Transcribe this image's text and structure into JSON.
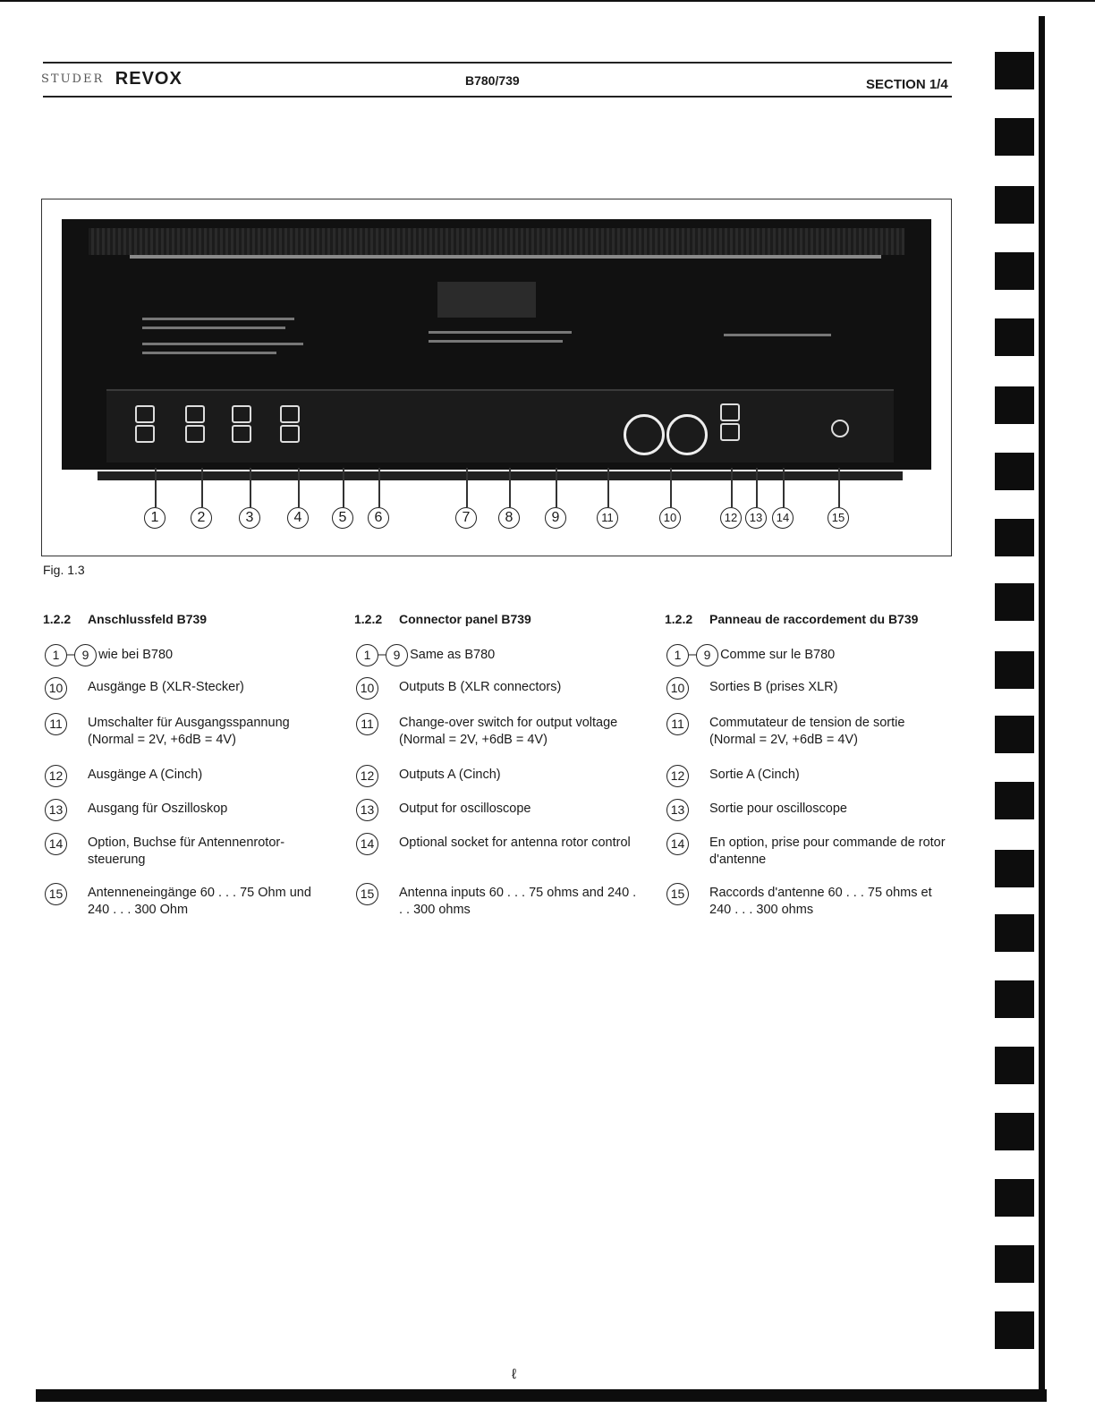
{
  "header": {
    "manufacturer": "STUDER",
    "brand": "REVOX",
    "model": "B780/739",
    "section": "SECTION 1/4"
  },
  "figure": {
    "caption": "Fig. 1.3",
    "callouts": [
      "1",
      "2",
      "3",
      "4",
      "5",
      "6",
      "7",
      "8",
      "9",
      "11",
      "10",
      "12",
      "13",
      "14",
      "15"
    ]
  },
  "columns": [
    {
      "number": "1.2.2",
      "title": "Anschlussfeld B739",
      "range": {
        "from": "1",
        "to": "9",
        "text": "wie bei B780"
      },
      "items": [
        {
          "badge": "10",
          "text": "Ausgänge B (XLR-Stecker)"
        },
        {
          "badge": "11",
          "text": "Umschalter für Ausgangsspannung (Normal = 2V, +6dB = 4V)"
        },
        {
          "badge": "12",
          "text": "Ausgänge A (Cinch)"
        },
        {
          "badge": "13",
          "text": "Ausgang für Oszilloskop"
        },
        {
          "badge": "14",
          "text": "Option, Buchse für Antennenrotor-steuerung"
        },
        {
          "badge": "15",
          "text": "Antenneneingänge 60 . . . 75 Ohm und 240 . . . 300 Ohm"
        }
      ]
    },
    {
      "number": "1.2.2",
      "title": "Connector panel B739",
      "range": {
        "from": "1",
        "to": "9",
        "text": "Same as B780"
      },
      "items": [
        {
          "badge": "10",
          "text": "Outputs B (XLR connectors)"
        },
        {
          "badge": "11",
          "text": "Change-over switch for output voltage (Normal = 2V, +6dB = 4V)"
        },
        {
          "badge": "12",
          "text": "Outputs A (Cinch)"
        },
        {
          "badge": "13",
          "text": "Output for oscilloscope"
        },
        {
          "badge": "14",
          "text": "Optional socket for antenna rotor control"
        },
        {
          "badge": "15",
          "text": "Antenna inputs 60 . . . 75 ohms and 240 . . . 300 ohms"
        }
      ]
    },
    {
      "number": "1.2.2",
      "title": "Panneau de raccordement du B739",
      "range": {
        "from": "1",
        "to": "9",
        "text": "Comme sur le B780"
      },
      "items": [
        {
          "badge": "10",
          "text": "Sorties B (prises XLR)"
        },
        {
          "badge": "11",
          "text": "Commutateur de tension de sortie (Normal = 2V, +6dB = 4V)"
        },
        {
          "badge": "12",
          "text": "Sortie A (Cinch)"
        },
        {
          "badge": "13",
          "text": "Sortie pour oscilloscope"
        },
        {
          "badge": "14",
          "text": "En option, prise pour commande de rotor d'antenne"
        },
        {
          "badge": "15",
          "text": "Raccords d'antenne 60 . . . 75 ohms et 240 . . . 300 ohms"
        }
      ]
    }
  ],
  "footer": {
    "mark": "ℓ"
  }
}
